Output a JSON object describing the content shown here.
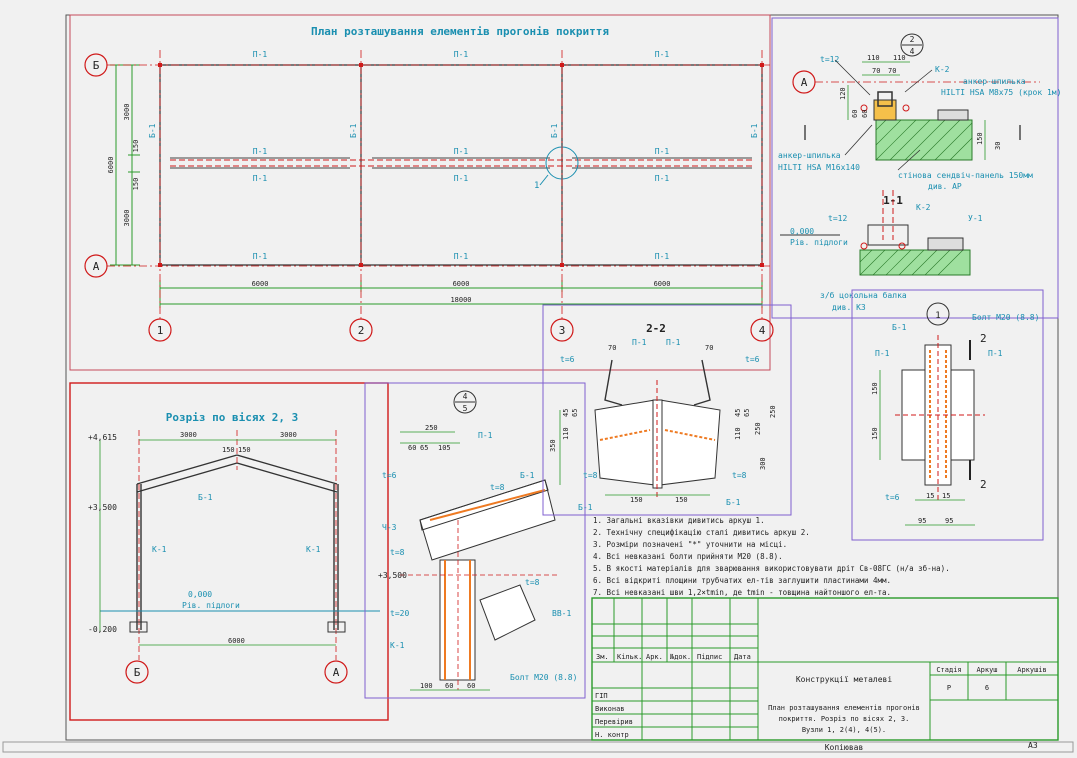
{
  "plan": {
    "title": "План розташування елементів прогонів покриття",
    "axes_letters": [
      "Б",
      "А"
    ],
    "axes_numbers": [
      "1",
      "2",
      "3",
      "4"
    ],
    "purlin_label": "П-1",
    "beam_label": "Б-1",
    "dim_span": "6000",
    "dim_total": "18000",
    "dim_half": "3000",
    "dim_full": "6000",
    "dim_150": "150",
    "node_mark": "1"
  },
  "section_ab": {
    "title": "Розріз по вісях 2, 3",
    "elev_top": "+4,615",
    "elev_eave": "+3,500",
    "elev_zero": "0,000",
    "floor_label": "Рів. підлоги",
    "elev_base": "-0,200",
    "beam": "Б-1",
    "column": "К-1",
    "dim_3000": "3000",
    "dim_150": "150",
    "dim_6000": "6000",
    "axis_b": "Б",
    "axis_a": "А"
  },
  "node4": {
    "mark_top": "4",
    "mark_bottom": "5",
    "labels": [
      "П-1",
      "t=6",
      "Б-1",
      "t=8",
      "Ч-3",
      "t=8",
      "+3,500",
      "t=20",
      "t=8",
      "ВВ-1",
      "К-1"
    ],
    "dims_top": [
      "250",
      "60",
      "65",
      "105"
    ],
    "dims_bottom": [
      "100",
      "60",
      "60"
    ],
    "bolt": "Болт М20 (8.8)"
  },
  "node2": {
    "mark_top": "2",
    "mark_bottom": "4",
    "axis": "А",
    "labels": [
      "t=12",
      "К-2",
      "анкер-шпилька",
      "HILTI HSA M8x75 (крок 1м)",
      "анкер-шпилька",
      "HILTI HSA M16x140",
      "стінова сендвіч-панель 150мм",
      "див. АР"
    ],
    "dims": [
      "110",
      "110",
      "70",
      "70",
      "120",
      "60",
      "60",
      "150",
      "30"
    ]
  },
  "section11": {
    "title": "1-1",
    "labels": [
      "0,000",
      "Рів. підлоги",
      "t=12",
      "К-2",
      "У-1",
      "з/б цокольна балка",
      "див. КЗ"
    ]
  },
  "section22": {
    "title": "2-2",
    "labels": [
      "П-1",
      "П-1",
      "t=6",
      "t=6",
      "t=8",
      "t=8",
      "Б-1",
      "Б-1"
    ],
    "dims": [
      "70",
      "70",
      "110",
      "45",
      "65",
      "110",
      "45",
      "65",
      "250",
      "250",
      "350",
      "300",
      "150",
      "150"
    ]
  },
  "node1": {
    "mark": "1",
    "bolt": "Болт М20 (8.8)",
    "labels": [
      "Б-1",
      "П-1",
      "П-1",
      "t=6",
      "2",
      "2"
    ],
    "dims": [
      "150",
      "150",
      "15",
      "15",
      "95",
      "95"
    ]
  },
  "notes": [
    "1. Загальні вказівки дивитись аркуш 1.",
    "2. Технічну специфікацію сталі дивитись аркуш 2.",
    "3. Розміри позначені \"*\" уточнити на місці.",
    "4. Всі невказані болти прийняти М20 (8.8).",
    "5. В якості матеріалів для зварювання використовувати дріт Св-08ГС (н/а зб-на).",
    "6. Всі відкриті площини трубчатих ел-тів заглушити пластинами 4мм.",
    "7. Всі невказані шви 1,2×tmin, де tmin - товщина найтоншого ел-та."
  ],
  "title_block": {
    "row_headers": [
      "Зм.",
      "Кільк.",
      "Арк.",
      "№док.",
      "Підпис",
      "Дата"
    ],
    "roles": [
      "ГІП",
      "Виконав",
      "Перевірив",
      "Н. контр"
    ],
    "project": "Конструкції металеві",
    "stage_h": "Стадія",
    "sheet_h": "Аркуш",
    "sheets_h": "Аркушів",
    "stage": "Р",
    "sheet": "6",
    "sheet_title_1": "План розташування елементів прогонів",
    "sheet_title_2": "покриття. Розріз по вісях 2, 3.",
    "sheet_title_3": "Вузли 1, 2(4), 4(5).",
    "copied": "Копіював",
    "format": "А3"
  },
  "colors": {
    "frame_red": "#d01a1a",
    "frame_violet": "#8060d0",
    "green": "#2a9a2a",
    "blue_text": "#1a8fb0",
    "orange_weld": "#ee7a22"
  }
}
